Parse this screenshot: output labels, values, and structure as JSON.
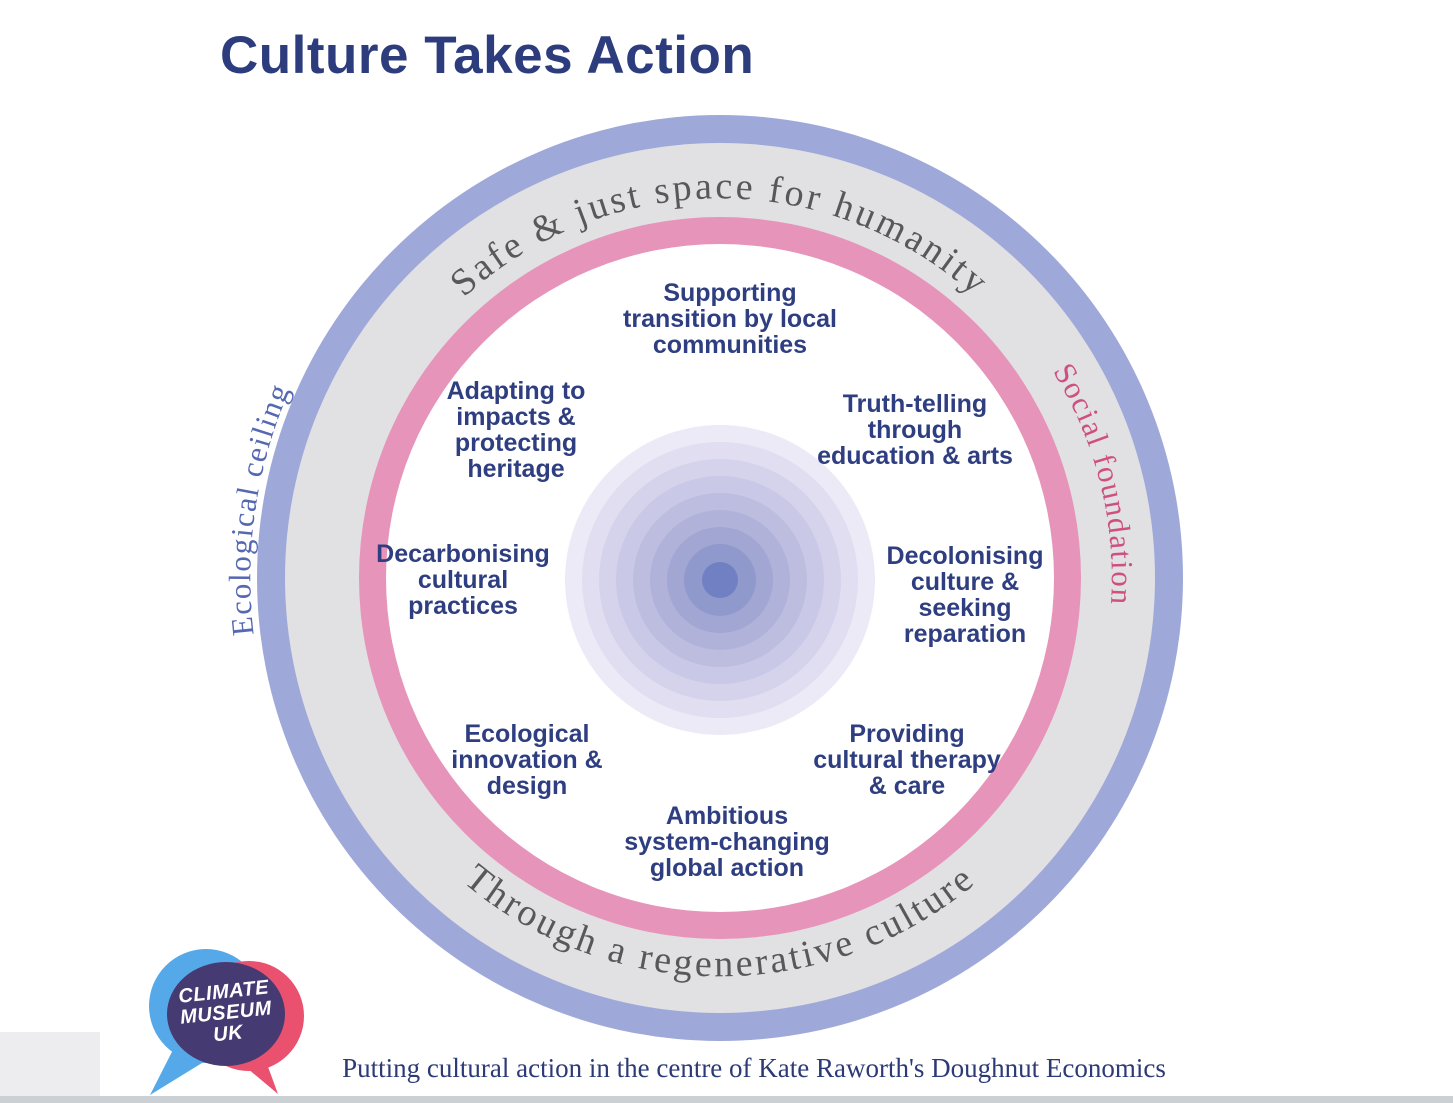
{
  "title": "Culture Takes Action",
  "wheel": {
    "outer_arc_label": "Safe & just space for humanity",
    "bottom_arc_label": "Through a regenerative culture",
    "left_arc_label": "Ecological ceiling",
    "right_arc_label": "Social foundation",
    "actions": [
      {
        "lines": [
          "Supporting",
          "transition by local",
          "communities"
        ]
      },
      {
        "lines": [
          "Adapting to",
          "impacts &",
          "protecting",
          "heritage"
        ]
      },
      {
        "lines": [
          "Truth-telling",
          "through",
          "education & arts"
        ]
      },
      {
        "lines": [
          "Decarbonising",
          "cultural",
          "practices"
        ]
      },
      {
        "lines": [
          "Decolonising",
          "culture &",
          "seeking",
          "reparation"
        ]
      },
      {
        "lines": [
          "Ecological",
          "innovation &",
          "design"
        ]
      },
      {
        "lines": [
          "Providing",
          "cultural therapy",
          "& care"
        ]
      },
      {
        "lines": [
          "Ambitious",
          "system-changing",
          "global action"
        ]
      }
    ]
  },
  "logo": {
    "lines": [
      "CLIMATE",
      "MUSEUM",
      "UK"
    ]
  },
  "caption": "Putting cultural action in the centre of Kate Raworth's Doughnut Economics",
  "colors": {
    "title_navy": "#2c3c7c",
    "action_navy": "#2e3e80",
    "ring_blue": "#9fa9d9",
    "ring_gray": "#e1e0e3",
    "ring_pink": "#e794ba",
    "inner_white": "#ffffff",
    "arc_text_gray": "#58585a",
    "ecological_ceiling_blue": "#5568b2",
    "social_foundation_pink": "#ce5080",
    "logo_blue": "#55a9e9",
    "logo_pink": "#e9516f",
    "logo_purple": "#463a72"
  },
  "bullseye": [
    {
      "color": "#edeaf7"
    },
    {
      "color": "#e1def1"
    },
    {
      "color": "#d5d3ec"
    },
    {
      "color": "#c9c8e6"
    },
    {
      "color": "#bdbde0"
    },
    {
      "color": "#b0b2da"
    },
    {
      "color": "#a2a6d3"
    },
    {
      "color": "#9099cc"
    },
    {
      "color": "#7180c2"
    }
  ]
}
